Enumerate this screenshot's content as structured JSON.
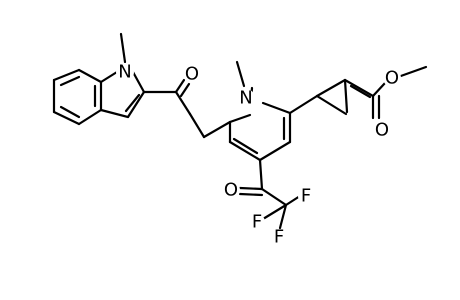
{
  "structure": {
    "atom_labels": {
      "indole_n": "N",
      "ketone_o": "O",
      "ring_n": "N",
      "ester_o_single": "O",
      "ester_o_double": "O",
      "trifluoroacetyl_o": "O",
      "fluorine_1": "F",
      "fluorine_2": "F",
      "fluorine_3": "F"
    }
  }
}
